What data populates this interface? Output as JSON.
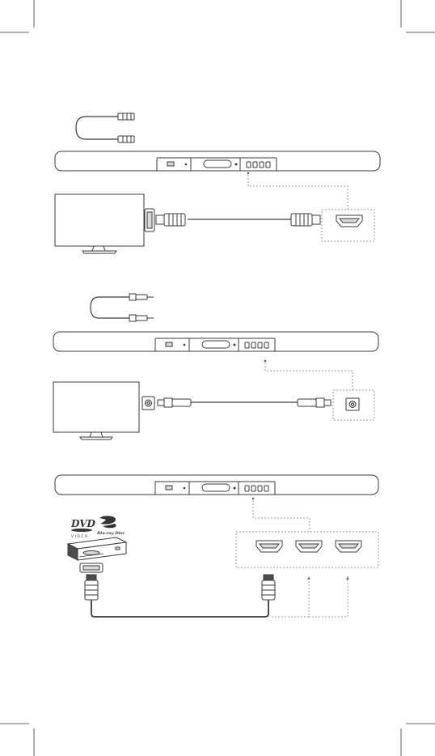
{
  "logos": {
    "dvd_text": "DVD",
    "dvd_sub": "VIDEO",
    "bluray_text": "Blu-ray Disc"
  },
  "colors": {
    "line": "#3a3a3a",
    "light_line": "#8a8a8a",
    "dash": "#7a7a7a",
    "fill_grey": "#d9d9d9",
    "dark_grey": "#4d4d4d"
  }
}
